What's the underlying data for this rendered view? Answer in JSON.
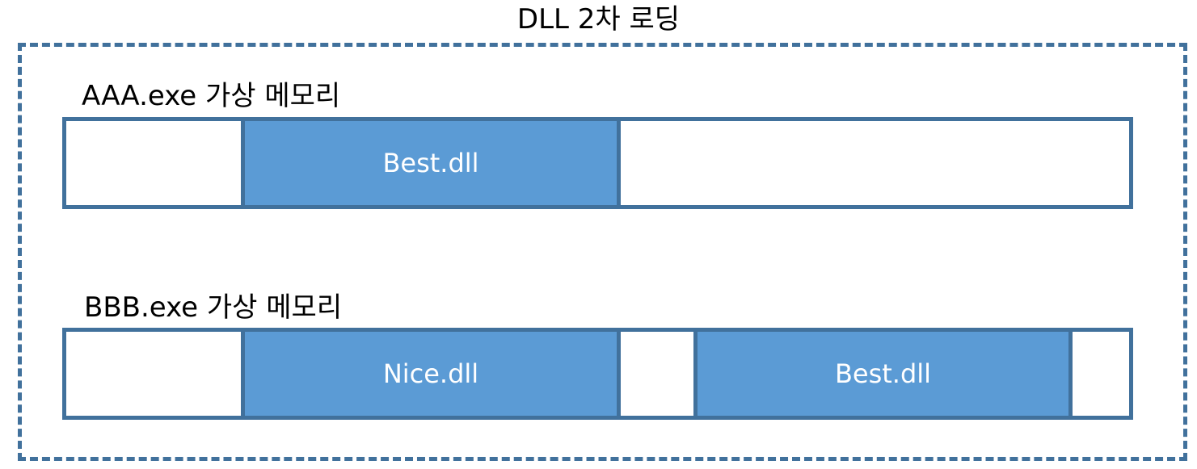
{
  "title": "DLL 2차 로딩",
  "memories": [
    {
      "label": "AAA.exe 가상 메모리",
      "segments": [
        {
          "name": "",
          "is_dll": false
        },
        {
          "name": "Best.dll",
          "is_dll": true
        },
        {
          "name": "",
          "is_dll": false
        }
      ]
    },
    {
      "label": "BBB.exe 가상 메모리",
      "segments": [
        {
          "name": "",
          "is_dll": false
        },
        {
          "name": "Nice.dll",
          "is_dll": true
        },
        {
          "name": "",
          "is_dll": false
        },
        {
          "name": "Best.dll",
          "is_dll": true
        },
        {
          "name": "",
          "is_dll": false
        }
      ]
    }
  ],
  "colors": {
    "dll_fill": "#5b9bd5",
    "border": "#41719c",
    "dll_text": "#ffffff"
  }
}
